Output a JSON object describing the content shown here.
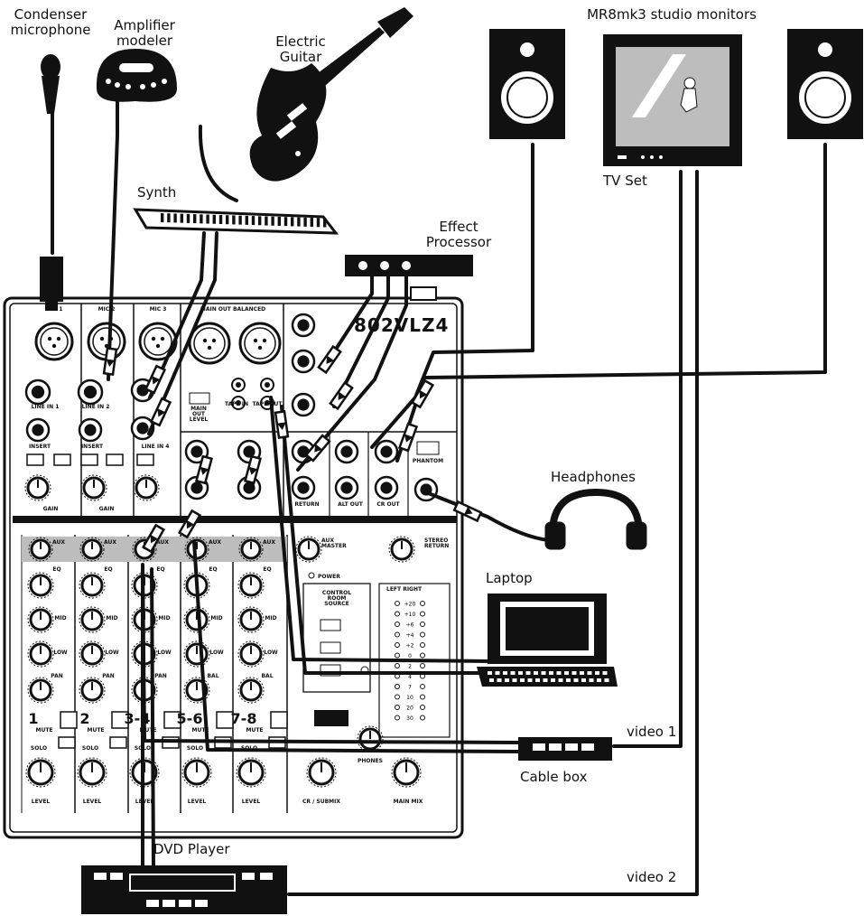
{
  "labels": {
    "condenser": "Condenser\nmicrophone",
    "amp_modeler": "Amplifier\nmodeler",
    "guitar": "Electric\nGuitar",
    "monitors": "MR8mk3 studio monitors",
    "tv": "TV Set",
    "synth": "Synth",
    "effect": "Effect\nProcessor",
    "headphones": "Headphones",
    "laptop": "Laptop",
    "video1": "video 1",
    "cablebox": "Cable box",
    "dvd": "DVD Player",
    "video2": "video 2"
  },
  "mixer": {
    "brand": "802VLZ4",
    "top_inputs": [
      "MIC 1",
      "MIC 2",
      "MIC 3"
    ],
    "main_out": "MAIN OUT BALANCED",
    "line_in": [
      "LINE IN 1",
      "LINE IN 2",
      "LINE IN 4"
    ],
    "insert": "INSERT",
    "gain": "GAIN",
    "phantom": "PHANTOM",
    "aux": "AUX",
    "eq": "EQ",
    "mid": "MID",
    "low": "LOW",
    "pan": "PAN",
    "bal": "BAL",
    "mute": "MUTE",
    "solo": "SOLO",
    "level": "LEVEL",
    "channels": [
      "1",
      "2",
      "3-4",
      "5-6",
      "7-8"
    ],
    "aux_master": "AUX\nMASTER",
    "stereo_return": "STEREO\nRETURN",
    "power": "POWER",
    "control_room": "CONTROL\nROOM\nSOURCE",
    "main_mix": "MAIN MIX",
    "cr_submix": "CR / SUBMIX",
    "phones": "PHONES",
    "left_right": "LEFT  RIGHT",
    "alt_out": "ALT OUT",
    "cr_out": "CR OUT",
    "return": "RETURN",
    "main_out_level": "MAIN\nOUT\nLEVEL",
    "tape_in": "TAPE IN",
    "tape_out": "TAPE OUT",
    "meter_marks": [
      "+20",
      "+10",
      "+6",
      "+4",
      "+2",
      "0",
      "2",
      "4",
      "7",
      "10",
      "20",
      "30"
    ]
  },
  "colors": {
    "ink": "#111111",
    "paper": "#ffffff",
    "panel": "#ffffff",
    "aux_band": "#bdbdbd"
  },
  "icons": [
    "microphone-icon",
    "amplifier-modeler-icon",
    "guitar-icon",
    "synth-icon",
    "speaker-icon",
    "tv-icon",
    "effect-processor-icon",
    "headphones-icon",
    "laptop-icon",
    "cable-box-icon",
    "dvd-player-icon"
  ]
}
